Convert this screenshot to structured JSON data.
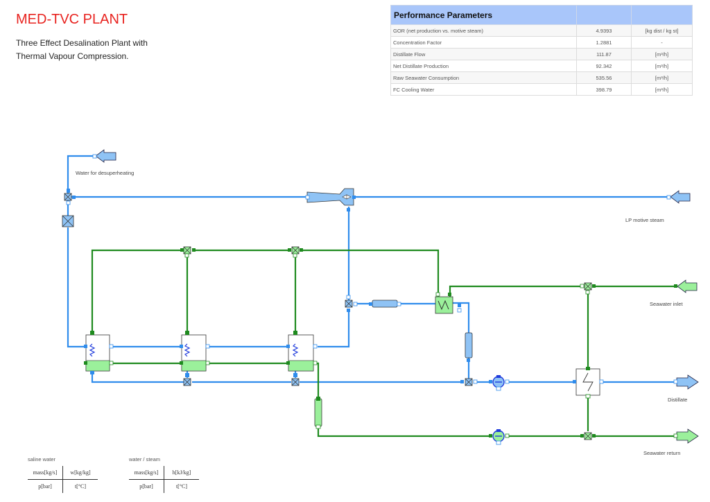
{
  "header": {
    "title": "MED-TVC PLANT",
    "subtitle_line1": "Three Effect Desalination Plant with",
    "subtitle_line2": "Thermal Vapour Compression."
  },
  "performance": {
    "title": "Performance Parameters",
    "rows": [
      {
        "name": "GOR (net production vs. motive steam)",
        "value": "4.9393",
        "unit": "[kg dist / kg st]"
      },
      {
        "name": "Concentration Factor",
        "value": "1.2881",
        "unit": "-"
      },
      {
        "name": "Distillate Flow",
        "value": "111.87",
        "unit": "[m³/h]"
      },
      {
        "name": "Net Distillate Production",
        "value": "92.342",
        "unit": "[m³/h]"
      },
      {
        "name": "Raw Seawater Consumption",
        "value": "535.56",
        "unit": "[m³/h]"
      },
      {
        "name": "FC Cooling Water",
        "value": "398.79",
        "unit": "[m³/h]"
      }
    ]
  },
  "labels": {
    "desuperheat": "Water for desuperheating",
    "lp_steam": "LP motive steam",
    "seawater_inlet": "Seawater inlet",
    "distillate": "Distillate",
    "seawater_return": "Seawater return"
  },
  "legend": {
    "saline": {
      "caption": "saline water",
      "mass": "mass[kg/s]",
      "w": "w[kg/kg]",
      "p": "p[bar]",
      "t": "t[°C]"
    },
    "water": {
      "caption": "water / steam",
      "mass": "mass[kg/s]",
      "h": "h[kJ/kg]",
      "p": "p[bar]",
      "t": "t[°C]"
    }
  },
  "colors": {
    "steam_line": "#2f8cec",
    "seawater_line": "#1e8a1e",
    "steam_fill": "#8fc3f5",
    "seawater_fill": "#9bf09b",
    "title": "#e8231f"
  }
}
